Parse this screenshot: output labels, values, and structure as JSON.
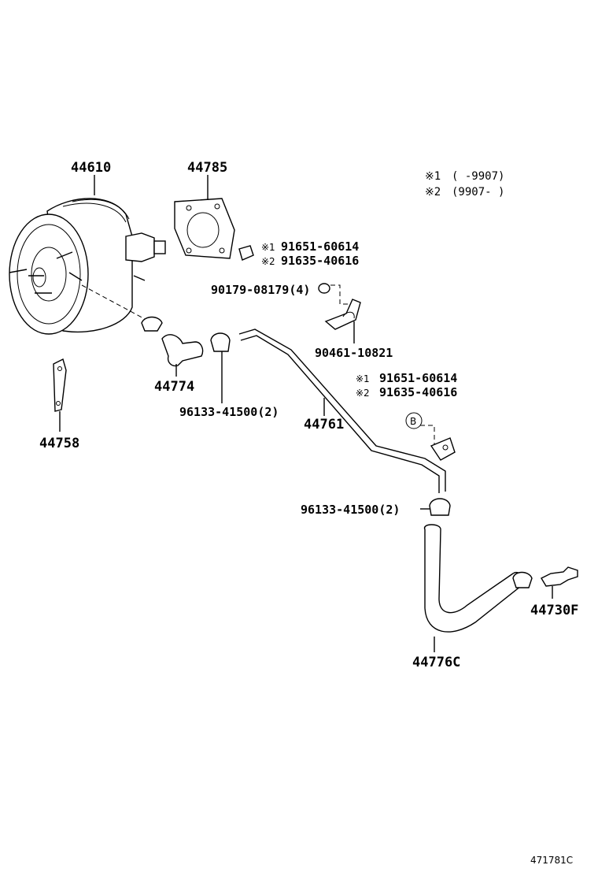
{
  "legend": {
    "row1": {
      "mark": "※1",
      "range": "(      -9907)"
    },
    "row2": {
      "mark": "※2",
      "range": "(9907-      )"
    }
  },
  "parts": {
    "booster": "44610",
    "gasket": "44785",
    "hose_small": "44774",
    "bracket": "44758",
    "pipe": "44761",
    "hose_large": "44776C",
    "check_valve": "44730F",
    "nut_bolt": "90179-08179(4)",
    "clamp_bracket": "90461-10821",
    "clip_upper": "96133-41500(2)",
    "clip_lower": "96133-41500(2)"
  },
  "callouts": {
    "upper": {
      "mark1": "※1",
      "num1": "91651-60614",
      "mark2": "※2",
      "num2": "91635-40616"
    },
    "lower": {
      "mark1": "※1",
      "num1": "91651-60614",
      "mark2": "※2",
      "num2": "91635-40616"
    },
    "ref_letter": "B"
  },
  "diagram_code": "471781C"
}
